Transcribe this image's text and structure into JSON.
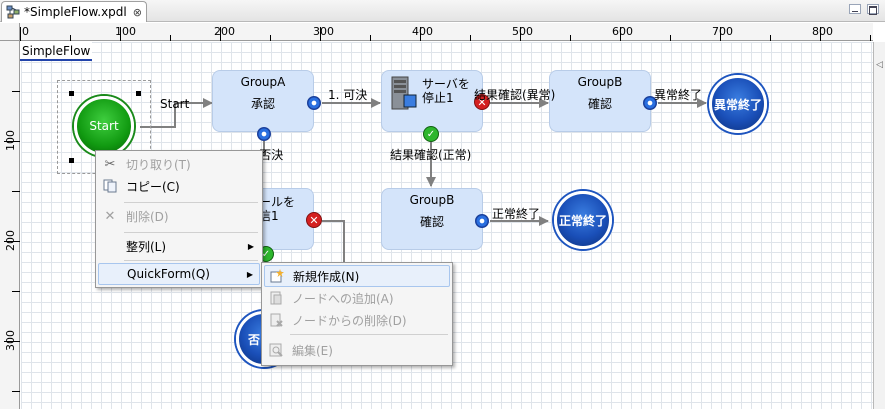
{
  "tab": {
    "title": "*SimpleFlow.xpdl",
    "close": "⊗"
  },
  "ruler": {
    "top": [
      "0",
      "100",
      "200",
      "300",
      "400",
      "500",
      "600",
      "700",
      "800"
    ],
    "left": [
      "100",
      "200",
      "300"
    ]
  },
  "flow_name": "SimpleFlow",
  "nodes": {
    "start": "Start",
    "groupA": {
      "title": "GroupA",
      "subtitle": "承認"
    },
    "server_stop": "サーバを\n停止1",
    "groupB_top": {
      "title": "GroupB",
      "subtitle": "確認"
    },
    "groupB_bottom": {
      "title": "GroupB",
      "subtitle": "確認"
    },
    "mail_partial": "ールを\n信1",
    "end_abnormal": "異常終了",
    "end_normal": "正常終了",
    "end_reject_partial": "否"
  },
  "edges": {
    "start_to_groupA": "Start",
    "approve": "1. 可決",
    "reject_partial": "2. 否決",
    "result_abnormal": "結果確認(異常)",
    "result_normal": "結果確認(正常)",
    "abnormal_end": "異常終了",
    "normal_end": "正常終了"
  },
  "context_menu": {
    "items": [
      {
        "label": "切り取り(T)",
        "disabled": true
      },
      {
        "label": "コピー(C)",
        "disabled": false
      },
      {
        "label": "削除(D)",
        "disabled": true
      },
      {
        "label": "整列(L)",
        "disabled": false
      },
      {
        "label": "QuickForm(Q)",
        "disabled": false
      }
    ]
  },
  "submenu": {
    "items": [
      {
        "label": "新規作成(N)",
        "disabled": false
      },
      {
        "label": "ノードへの追加(A)",
        "disabled": true
      },
      {
        "label": "ノードからの削除(D)",
        "disabled": true
      },
      {
        "label": "編集(E)",
        "disabled": true
      }
    ]
  },
  "colors": {
    "node_fill": "#d4e4fa",
    "end_blue": "#1a4fb8",
    "start_green": "#119a11",
    "selection": "#2244aa"
  }
}
